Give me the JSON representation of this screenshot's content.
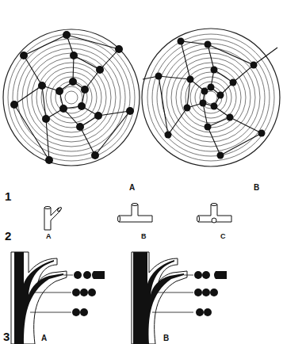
{
  "diagram": {
    "labels": [
      "1",
      "A",
      "B",
      "2",
      "A",
      "B",
      "C",
      "3",
      "A",
      "B"
    ]
  }
}
